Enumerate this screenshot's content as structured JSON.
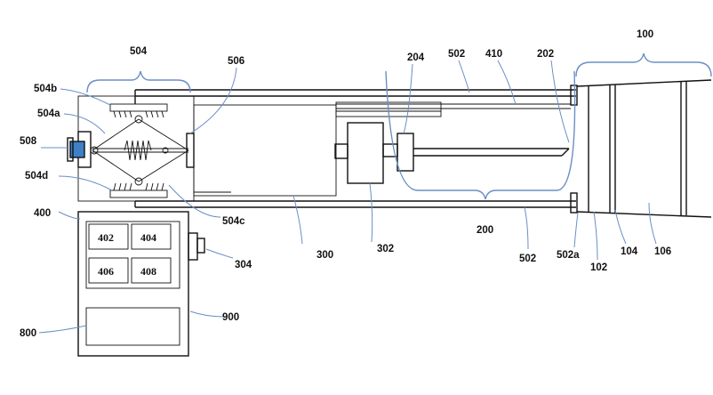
{
  "labels": {
    "l100": "100",
    "l102": "102",
    "l104": "104",
    "l106": "106",
    "l200": "200",
    "l202": "202",
    "l204": "204",
    "l300": "300",
    "l302": "302",
    "l304": "304",
    "l400": "400",
    "l410": "410",
    "l502_top": "502",
    "l502_bottom": "502",
    "l502a": "502a",
    "l504": "504",
    "l504a": "504a",
    "l504b": "504b",
    "l504c": "504c",
    "l504d": "504d",
    "l506": "506",
    "l508": "508",
    "l800": "800",
    "l900": "900"
  },
  "cells": {
    "c402": "402",
    "c404": "404",
    "c406": "406",
    "c408": "408"
  },
  "colors": {
    "actuator_508": "#3f7fc8",
    "leader_lines": "#6a8fc4",
    "outline": "#111111"
  }
}
